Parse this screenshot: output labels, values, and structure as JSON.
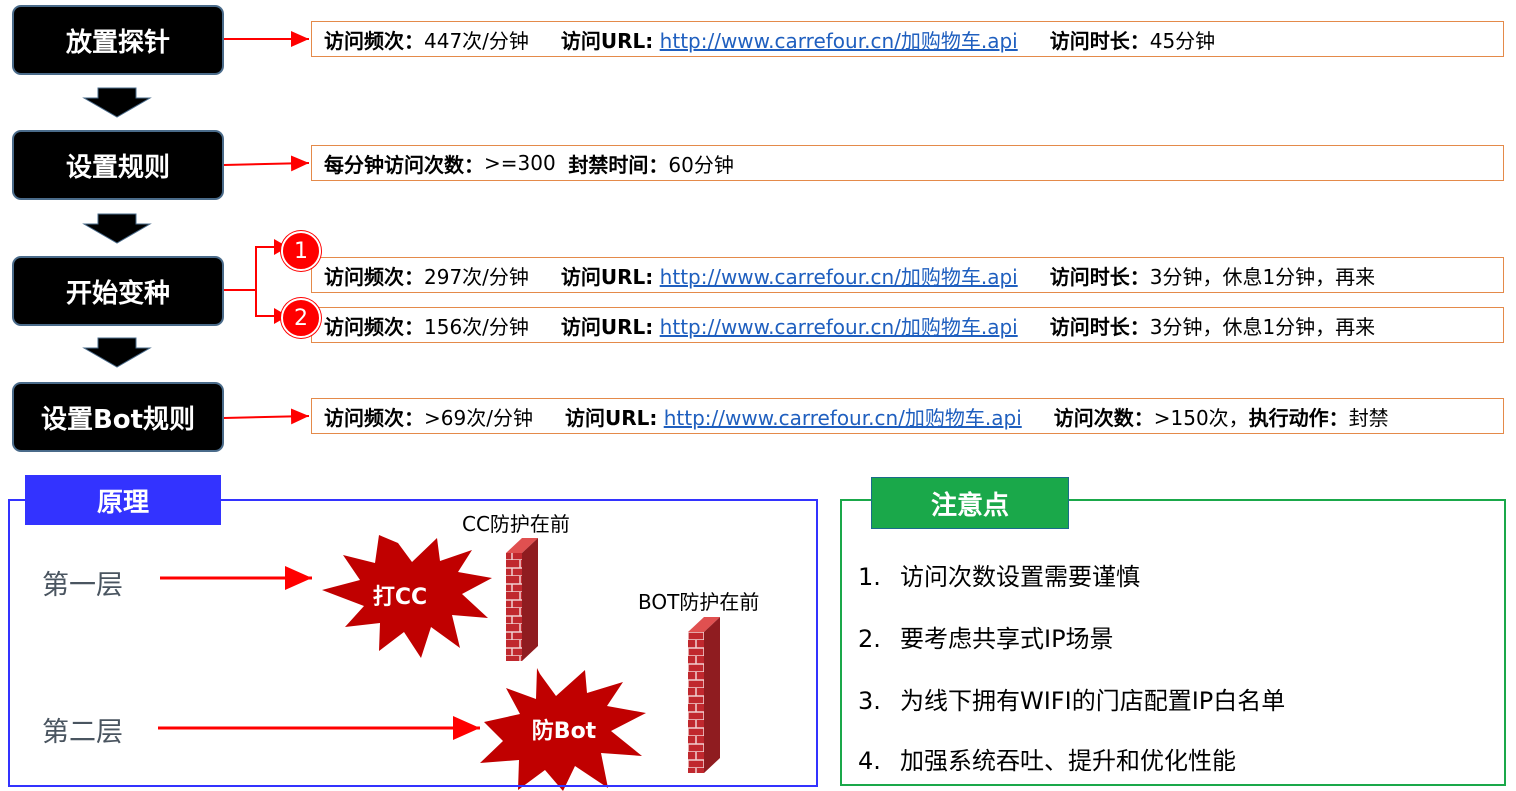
{
  "steps": [
    {
      "label": "放置探针"
    },
    {
      "label": "设置规则"
    },
    {
      "label": "开始变种"
    },
    {
      "label": "设置Bot规则"
    }
  ],
  "rows": {
    "probe": {
      "freq_label": "访问频次：",
      "freq_value": "447次/分钟",
      "url_label": "访问URL: ",
      "url_value": "http://www.carrefour.cn/加购物车.api",
      "dur_label": "访问时长：",
      "dur_value": "45分钟"
    },
    "rule": {
      "count_label": "每分钟访问次数：",
      "count_value": ">=300",
      "ban_label": "封禁时间：",
      "ban_value": "60分钟"
    },
    "variant1": {
      "badge": "1",
      "freq_label": "访问频次：",
      "freq_value": "297次/分钟",
      "url_label": "访问URL: ",
      "url_value": "http://www.carrefour.cn/加购物车.api",
      "dur_label": "访问时长：",
      "dur_value": " 3分钟，休息1分钟，再来"
    },
    "variant2": {
      "badge": "2",
      "freq_label": "访问频次：",
      "freq_value": "156次/分钟",
      "url_label": "访问URL: ",
      "url_value": "http://www.carrefour.cn/加购物车.api",
      "dur_label": "访问时长：",
      "dur_value": "3分钟，休息1分钟，再来"
    },
    "bot": {
      "freq_label": "访问频次：",
      "freq_value": ">69次/分钟",
      "url_label": "访问URL: ",
      "url_value": "http://www.carrefour.cn/加购物车.api",
      "count_label": "访问次数：",
      "count_value": ">150次，",
      "action_label": "执行动作：",
      "action_value": "封禁"
    }
  },
  "principle": {
    "title": "原理",
    "layer1": "第一层",
    "layer2": "第二层",
    "burst1": "打CC",
    "burst2": "防Bot",
    "wall1_label": "CC防护在前",
    "wall2_label": "BOT防护在前"
  },
  "notes": {
    "title": "注意点",
    "items": [
      {
        "num": "1.",
        "text": "访问次数设置需要谨慎"
      },
      {
        "num": "2.",
        "text": "要考虑共享式IP场景"
      },
      {
        "num": "3.",
        "text": "为线下拥有WIFI的门店配置IP白名单"
      },
      {
        "num": "4.",
        "text": "加强系统吞吐、提升和优化性能"
      }
    ]
  },
  "colors": {
    "step_bg": "#000000",
    "info_border": "#e48a4a",
    "arrow_red": "#ff0000",
    "link_blue": "#1f5fbf",
    "principle_blue": "#3333ff",
    "notes_green": "#1aa84a",
    "burst_red": "#c00000",
    "wall_red": "#c0282e"
  }
}
